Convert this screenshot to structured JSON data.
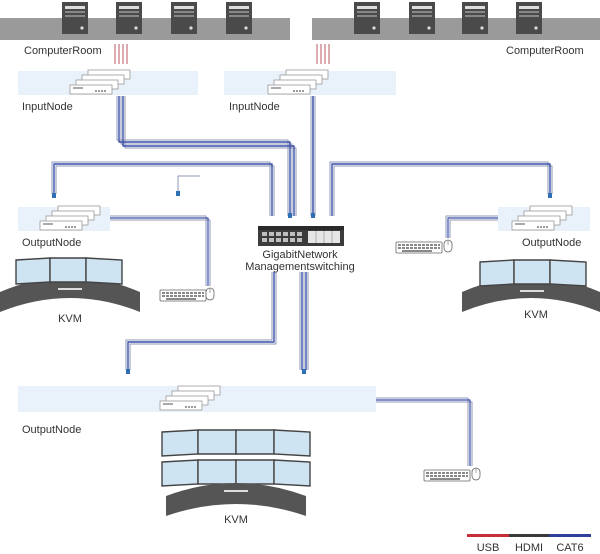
{
  "labels": {
    "computer_room_left": "ComputerRoom",
    "computer_room_right": "ComputerRoom",
    "input_node_left": "InputNode",
    "input_node_right": "InputNode",
    "switch_line1": "GigabitNetwork",
    "switch_line2": "Managementswitching",
    "output_node_left": "OutputNode",
    "output_node_right": "OutputNode",
    "output_node_bottom": "OutputNode",
    "kvm_left": "KVM",
    "kvm_right": "KVM",
    "kvm_bottom": "KVM"
  },
  "legend": {
    "items": [
      {
        "label": "USB",
        "color": "#c62f3a"
      },
      {
        "label": "HDMI",
        "color": "#3a3a3a"
      },
      {
        "label": "CAT6",
        "color": "#2f3f9a"
      }
    ]
  },
  "colors": {
    "room_band": "#9a9a9a",
    "node_panel": "#e9f1fa",
    "cable_blue": "#3a4fa8",
    "cable_outline": "#8f98b8",
    "desk": "#555555",
    "monitor": "#cfe4f3",
    "server": "#4a4a4a"
  }
}
